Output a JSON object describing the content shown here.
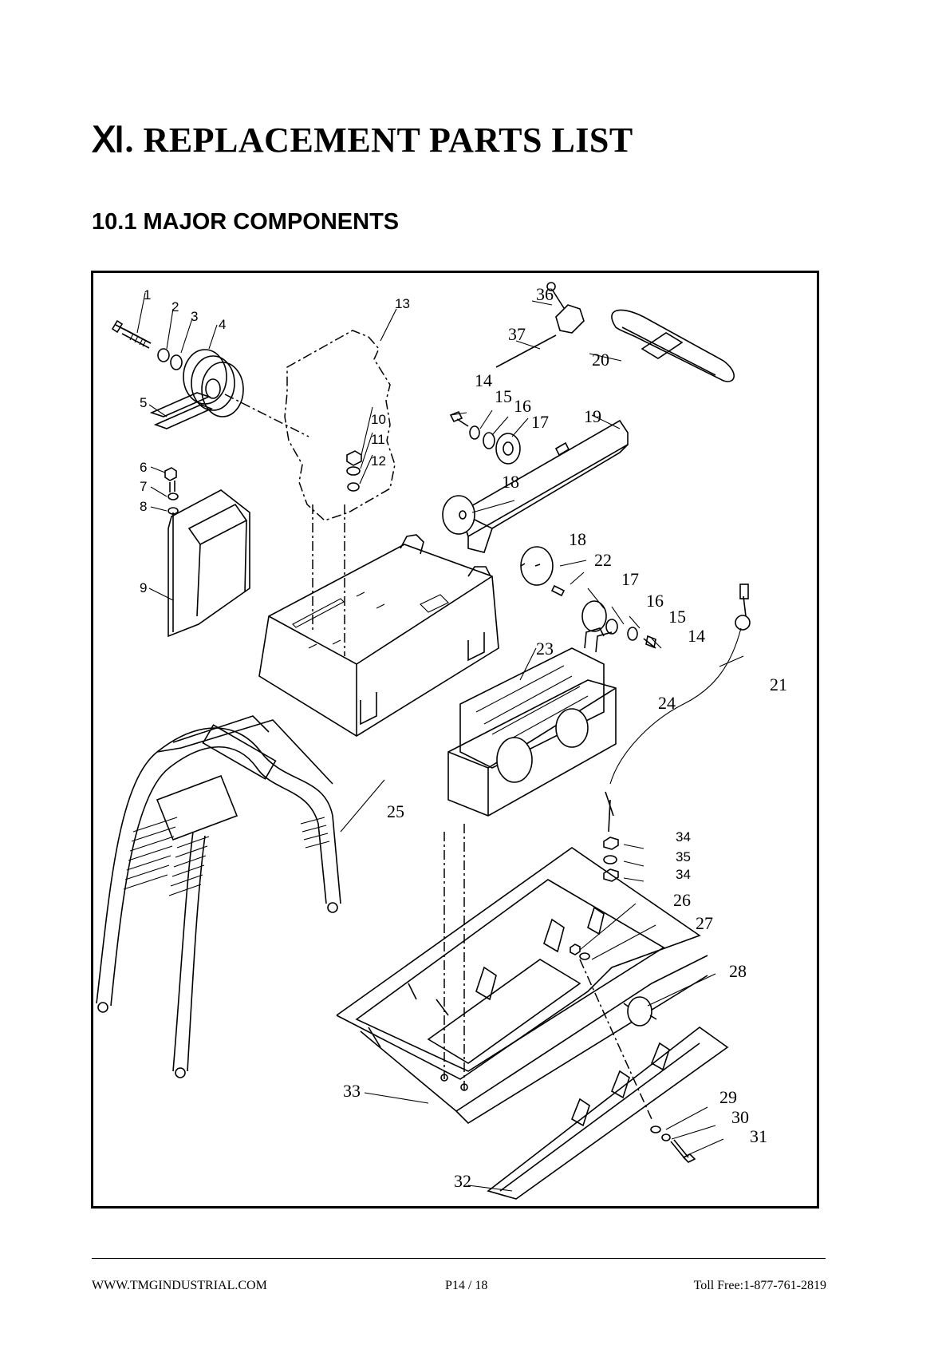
{
  "page": {
    "title": "Ⅺ. REPLACEMENT PARTS LIST",
    "section": "10.1 MAJOR COMPONENTS"
  },
  "diagram": {
    "callouts": [
      "1",
      "2",
      "3",
      "4",
      "5",
      "6",
      "7",
      "8",
      "9",
      "10",
      "11",
      "12",
      "13",
      "14",
      "15",
      "16",
      "17",
      "18",
      "18",
      "19",
      "20",
      "21",
      "22",
      "17",
      "16",
      "15",
      "14",
      "23",
      "24",
      "25",
      "34",
      "35",
      "34",
      "26",
      "27",
      "28",
      "29",
      "30",
      "31",
      "32",
      "33",
      "36",
      "37"
    ]
  },
  "footer": {
    "website": "WWW.TMGINDUSTRIAL.COM",
    "page_number": "P14 / 18",
    "toll_free": "Toll Free:1-877-761-2819"
  }
}
